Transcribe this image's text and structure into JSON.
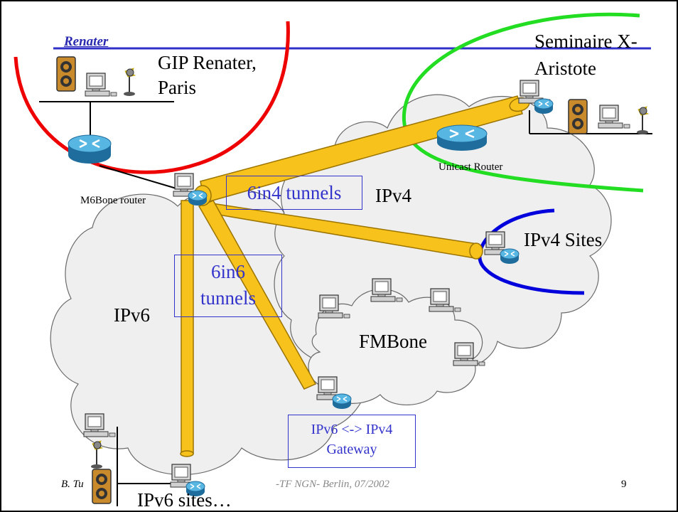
{
  "logo_text": "Renater",
  "labels": {
    "gip": "GIP Renater,",
    "paris": "Paris",
    "seminaire": "Seminaire X-",
    "aristote": "Aristote",
    "unicast_router": "Unicast Router",
    "m6bone_router": "M6Bone router",
    "ipv4": "IPv4",
    "ipv4_sites": "IPv4 Sites",
    "ipv6": "IPv6",
    "fmbone": "FMBone",
    "ipv6_sites": "IPv6 sites…"
  },
  "tunnel_labels": {
    "six_in_four": "6in4 tunnels",
    "six_in_six_line1": "6in6",
    "six_in_six_line2": "tunnels",
    "gateway_line1": "IPv6 <-> IPv4",
    "gateway_line2": "Gateway"
  },
  "footer": {
    "left": "B. Tu",
    "center": "-TF NGN- Berlin, 07/2002",
    "page_number": "9"
  },
  "colors": {
    "tunnel_fill": "#f7c21b",
    "renater_arc": "#ee0000",
    "seminaire_arc": "#22dd22",
    "ipv4_sites_arc": "#0000dd",
    "cloud_fill": "#efefef",
    "header_line": "#3030c8",
    "label_blue": "#3333cc"
  }
}
